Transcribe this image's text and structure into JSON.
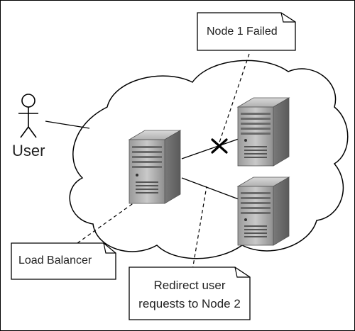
{
  "actor": {
    "label": "User"
  },
  "notes": {
    "node1_failed": "Node 1 Failed",
    "load_balancer": "Load Balancer",
    "redirect_line1": "Redirect user",
    "redirect_line2": "requests to Node 2"
  },
  "colors": {
    "stroke": "#000000",
    "server_light": "#b7b7b7",
    "server_mid": "#8e8e8e",
    "server_dark": "#5f5f5f",
    "failed_mark": "#000000"
  }
}
